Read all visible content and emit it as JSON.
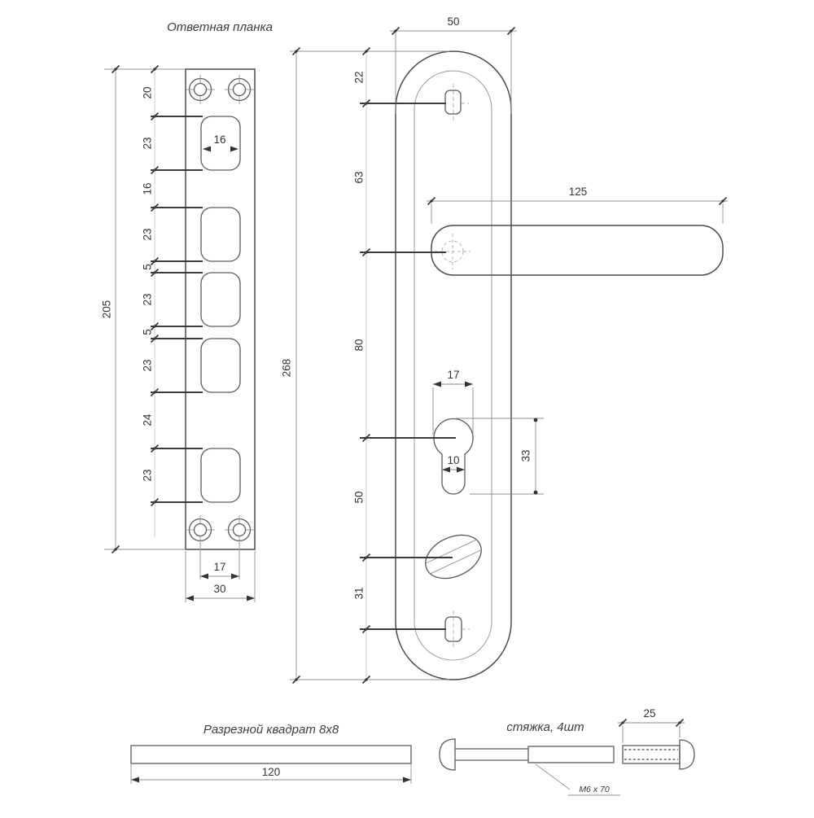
{
  "strike_plate": {
    "title": "Ответная планка",
    "total_height": "205",
    "chain": [
      "20",
      "23",
      "16",
      "23",
      "5",
      "23",
      "5",
      "23",
      "24",
      "23"
    ],
    "cutout_width": "16",
    "screw_spacing": "17",
    "plate_width": "30"
  },
  "handle_plate": {
    "plate_width": "50",
    "total_height": "268",
    "chain": [
      "22",
      "63",
      "80",
      "50",
      "31"
    ],
    "handle_length": "125",
    "cylinder_width": "17",
    "cylinder_slot_width": "10",
    "cylinder_height": "33"
  },
  "square_bar": {
    "title": "Разрезной квадрат 8х8",
    "length": "120"
  },
  "tie_rod": {
    "title": "стяжка, 4шт",
    "thread_spec": "М6 х 70",
    "sleeve_length": "25"
  }
}
